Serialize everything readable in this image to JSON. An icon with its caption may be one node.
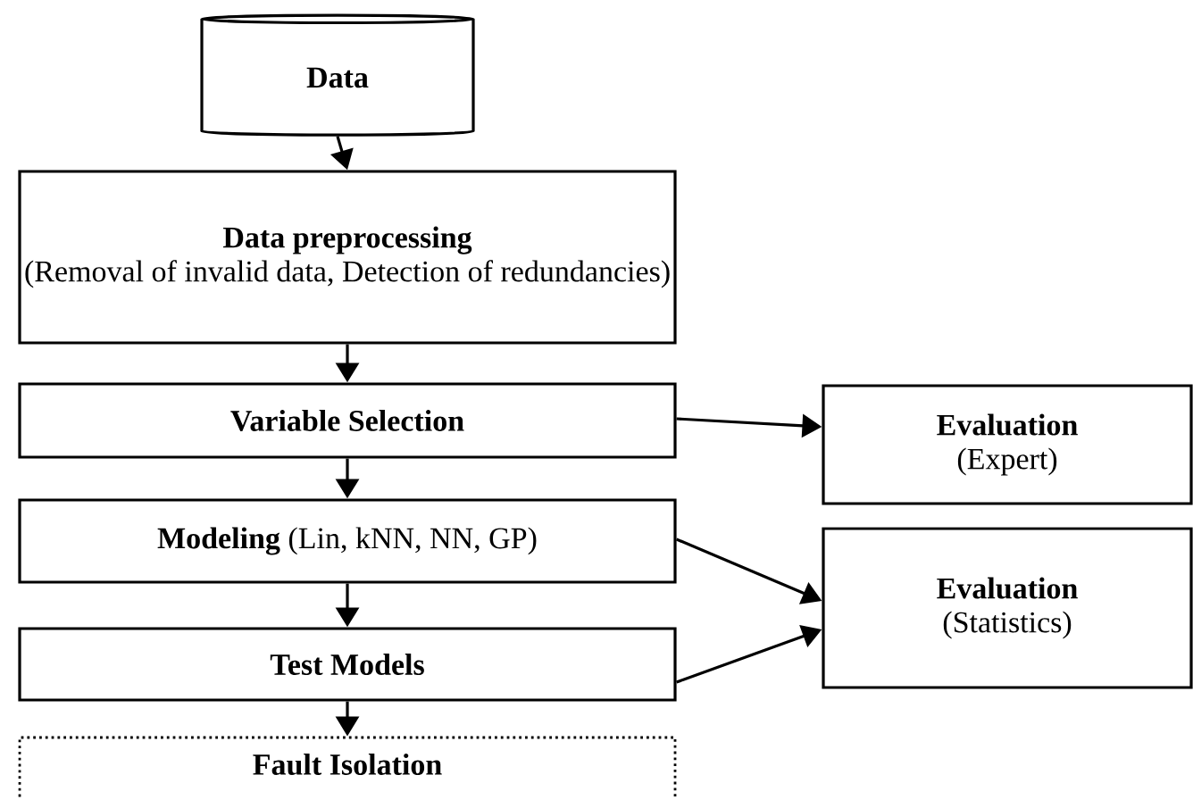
{
  "diagram": {
    "nodes": [
      {
        "text": [
          "Data"
        ]
      },
      {
        "text": [
          "Data preprocessing",
          "(Removal of invalid data, Detection of redundancies)"
        ]
      },
      {
        "text": [
          "Variable Selection"
        ]
      },
      {
        "text": [
          "**Modeling** (Lin, kNN, NN, GP)"
        ]
      },
      {
        "text": [
          "Test Models"
        ]
      },
      {
        "text": [
          "Fault Isolation"
        ]
      },
      {
        "text": [
          "Evaluation",
          "(Expert)"
        ]
      },
      {
        "text": [
          "Evaluation",
          "(Statistics)"
        ]
      }
    ],
    "edges": [
      {
        "from": 0,
        "to": 1,
        "arrow": "to"
      },
      {
        "from": 1,
        "to": 2,
        "arrow": "to"
      },
      {
        "from": 2,
        "to": 3,
        "arrow": "to"
      },
      {
        "from": 3,
        "to": 4,
        "arrow": "to"
      },
      {
        "from": 4,
        "to": 5,
        "arrow": "to"
      },
      {
        "from": 2,
        "to": 6,
        "arrow": "to"
      },
      {
        "from": 3,
        "to": 7,
        "arrow": "to"
      },
      {
        "from": 4,
        "to": 7,
        "arrow": "to"
      }
    ]
  }
}
